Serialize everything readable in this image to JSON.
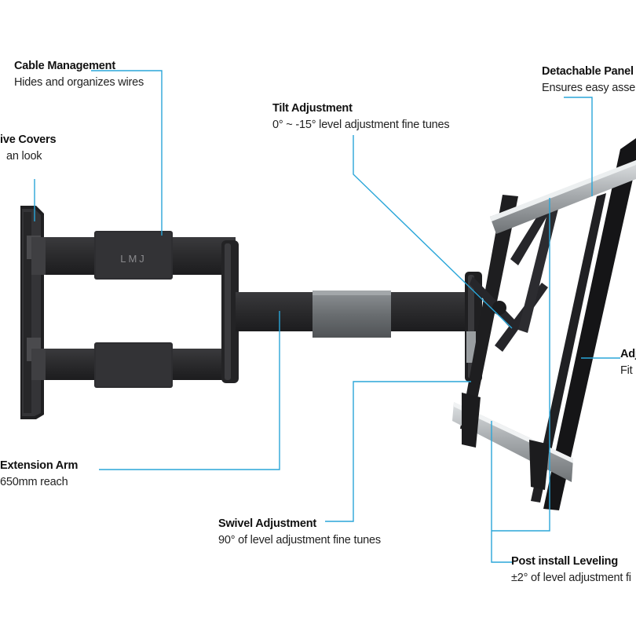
{
  "callouts": {
    "cable": {
      "title": "Cable Management",
      "desc": "Hides and organizes wires"
    },
    "covers": {
      "title": "ive Covers",
      "desc": "an look"
    },
    "tilt": {
      "title": "Tilt Adjustment",
      "desc": "0° ~ -15° level adjustment fine tunes"
    },
    "panel": {
      "title": "Detachable Panel",
      "desc": "Ensures easy asser"
    },
    "adjust": {
      "title": "Adj",
      "desc": "Fit"
    },
    "arm": {
      "title": "Extension Arm",
      "desc": "650mm reach"
    },
    "swivel": {
      "title": "Swivel Adjustment",
      "desc": "90° of level adjustment fine tunes"
    },
    "leveling": {
      "title": "Post install Leveling",
      "desc": "±2° of level adjustment fi"
    }
  },
  "colors": {
    "leader": "#2aa6d9",
    "metal_dark": "#2b2b2d",
    "metal_light": "#bfc3c6",
    "text": "#111111"
  },
  "logo_text": "LMJ"
}
